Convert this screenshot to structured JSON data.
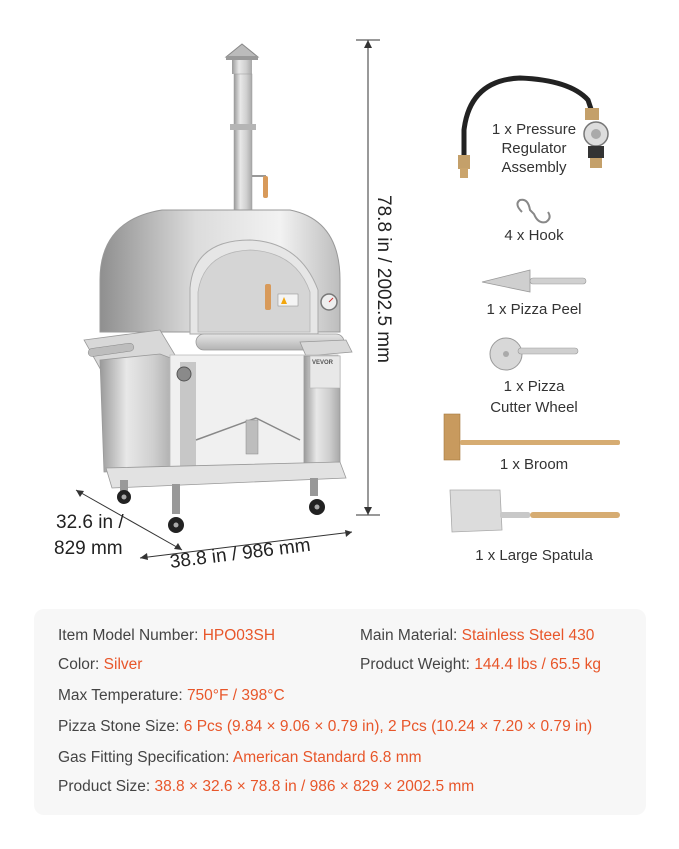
{
  "dimensions": {
    "height": "78.8 in / 2002.5 mm",
    "depth_line1": "32.6 in /",
    "depth_line2": "829 mm",
    "width": "38.8 in / 986 mm"
  },
  "oven_brand": "VEVOR",
  "accessories": [
    {
      "label_lines": [
        "1 x Pressure",
        "Regulator",
        "Assembly"
      ],
      "icon": "pressure-regulator-icon"
    },
    {
      "label_lines": [
        "4 x Hook"
      ],
      "icon": "hook-icon"
    },
    {
      "label_lines": [
        "1 x Pizza Peel"
      ],
      "icon": "pizza-peel-icon"
    },
    {
      "label_lines": [
        "1 x Pizza",
        "Cutter Wheel"
      ],
      "icon": "pizza-cutter-icon"
    },
    {
      "label_lines": [
        "1 x Broom"
      ],
      "icon": "broom-icon"
    },
    {
      "label_lines": [
        "1 x Large Spatula"
      ],
      "icon": "large-spatula-icon"
    }
  ],
  "specs": {
    "model": {
      "key": "Item Model Number: ",
      "value": "HPO03SH"
    },
    "material": {
      "key": "Main Material: ",
      "value": "Stainless Steel 430"
    },
    "color": {
      "key": "Color: ",
      "value": "Silver"
    },
    "weight": {
      "key": "Product Weight: ",
      "value": "144.4 lbs / 65.5 kg"
    },
    "temp": {
      "key": "Max Temperature: ",
      "value": "750°F / 398°C"
    },
    "stone": {
      "key": "Pizza Stone Size: ",
      "value": "6 Pcs (9.84 × 9.06 × 0.79 in), 2 Pcs (10.24 × 7.20 × 0.79 in)"
    },
    "gas": {
      "key": "Gas Fitting Specification: ",
      "value": "American Standard 6.8 mm"
    },
    "size": {
      "key": "Product Size: ",
      "value": "38.8 × 32.6 × 78.8 in / 986 × 829 × 2002.5 mm"
    }
  },
  "colors": {
    "accent": "#e8562a",
    "steel": "#c9c9c9",
    "panel": "#f7f7f7"
  }
}
